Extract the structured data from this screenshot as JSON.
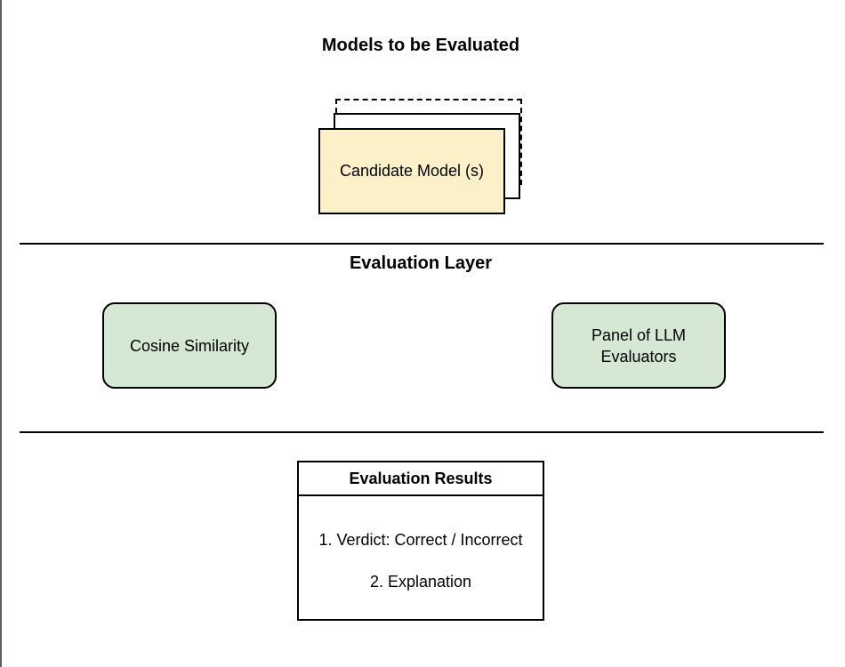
{
  "colors": {
    "candidate_fill": "#fcf0c8",
    "method_fill": "#d5e8d4",
    "stroke": "#000000",
    "background": "#ffffff"
  },
  "sections": {
    "models_title": "Models to be Evaluated",
    "evaluation_title": "Evaluation Layer"
  },
  "candidate": {
    "label": "Candidate Model (s)"
  },
  "methods": {
    "cosine": "Cosine Similarity",
    "panel_line1": "Panel of LLM",
    "panel_line2": "Evaluators"
  },
  "results": {
    "header": "Evaluation Results",
    "items": [
      "1. Verdict: Correct / Incorrect",
      "2. Explanation"
    ]
  }
}
